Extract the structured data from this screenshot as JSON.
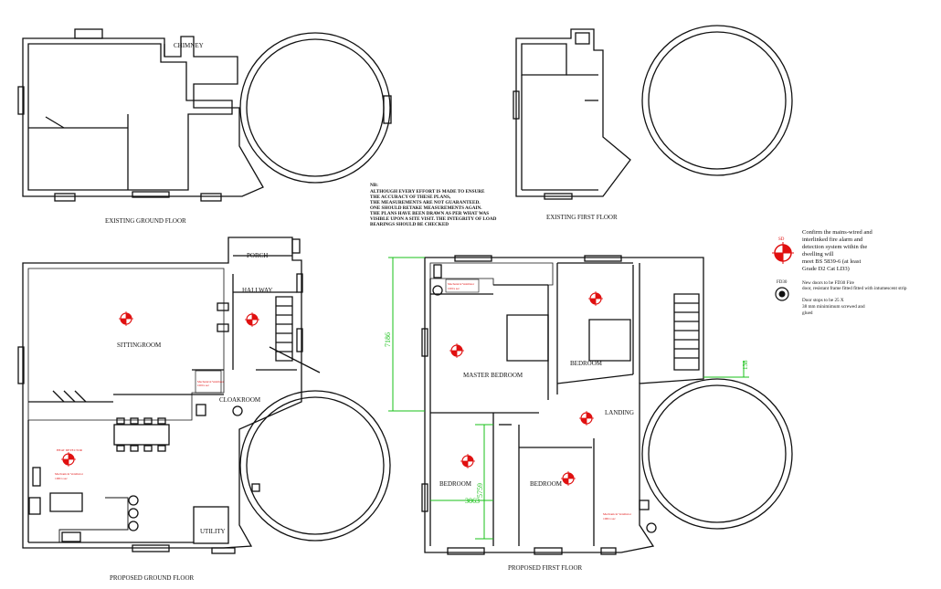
{
  "titles": {
    "existing_ground": "EXISTING GROUND FLOOR",
    "existing_first": "EXISTING FIRST FLOOR",
    "proposed_ground": "PROPOSED GROUND FLOOR",
    "proposed_first": "PROPOSED FIRST FLOOR"
  },
  "rooms": {
    "chimney": "CHIMNEY",
    "porch": "PORCH",
    "hallway": "HALLWAY",
    "sittingroom": "SITTINGROOM",
    "cloakroom": "CLOAKROOM",
    "utility": "UTILITY",
    "master_bedroom": "MASTER BEDROOM",
    "bedroom_1": "BEDROOM",
    "bedroom_2": "BEDROOM",
    "bedroom_3": "BEDROOM",
    "landing": "LANDING"
  },
  "note": {
    "heading": "NB:",
    "lines": [
      "ALTHOUGH EVERY EFFORT IS MADE TO ENSURE",
      "THE ACCURACY OF THESE PLANS,",
      "THE MEASUREMENTS ARE NOT GUARANTEED.",
      "ONE SHOULD RETAKE MEASUREMENTS AGAIN.",
      "THE PLANS HAVE BEEN DRAWN AS PER WHAT WAS",
      "VISIBLE UPON A SITE VISIT. THE INTEGRITY OF LOAD",
      "BEARINGS SHOULD BE CHECKED"
    ]
  },
  "legend": {
    "sd_label": "SD",
    "alarm_lines": [
      "Confirm the mains-wired and",
      "interlinked fire alarm and",
      "detection system within the",
      "dwelling will",
      "meet BS 5839-6 (at least",
      "Grade D2 Cat LD3)"
    ],
    "fd_label": "FD30",
    "door_lines": [
      "New doors to be FD30 Fire",
      "door, resistant frame fitted fitted with intumescent strip"
    ],
    "stop_lines": [
      "Door stops to be 25 X",
      "38 mm minimimum screwed and",
      "glued"
    ]
  },
  "dimensions": {
    "height_7186": "7186",
    "width_3863": "3863",
    "height_5759": "5759",
    "small_138": "138"
  },
  "small_labels": {
    "mech_vent_1": "Mechanical Ventilator",
    "mech_vent_1b": "100l/s sec",
    "mech_vent_2": "Mechanical Ventilator",
    "mech_vent_2b": "100l/s sec",
    "mech_vent_3": "Mechanical Ventilator",
    "mech_vent_3b": "100l/s sec",
    "mech_vent_4": "Mechanical Ventilator",
    "mech_vent_4b": "100l/s sec",
    "heat_det": "HEAT DETECTOR"
  },
  "colors": {
    "line": "#111111",
    "detector": "#e01010",
    "dimension": "#19c019"
  }
}
